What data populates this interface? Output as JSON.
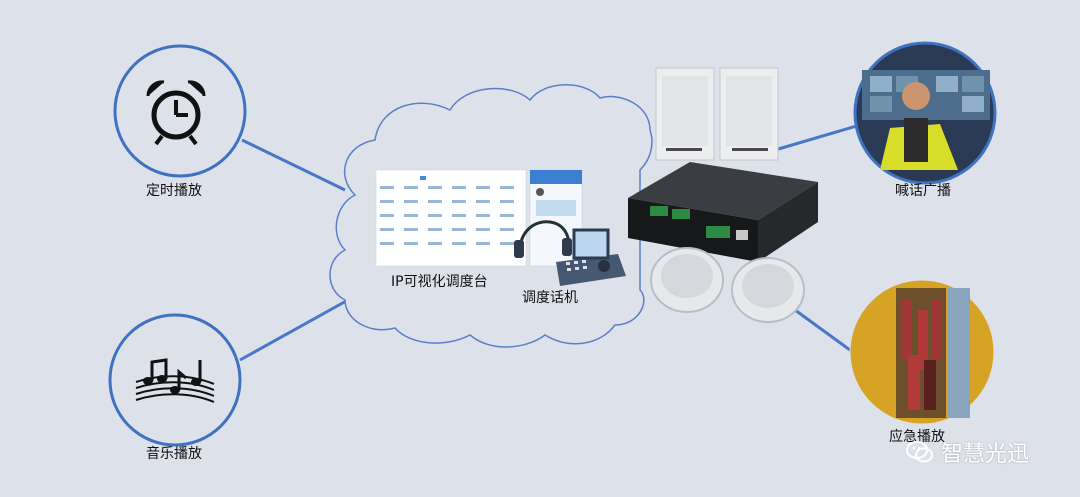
{
  "nodes": {
    "timed": "定时播放",
    "music": "音乐播放",
    "shout": "喊话广播",
    "emergency": "应急播放",
    "console": "IP可视化调度台",
    "dispatch_phone": "调度话机"
  },
  "watermark": "智慧光迅",
  "colors": {
    "background": "#dde1ea",
    "circle_stroke": "#3f72c0",
    "connector": "#4a78c8",
    "cloud_stroke": "#5b7fc7"
  }
}
